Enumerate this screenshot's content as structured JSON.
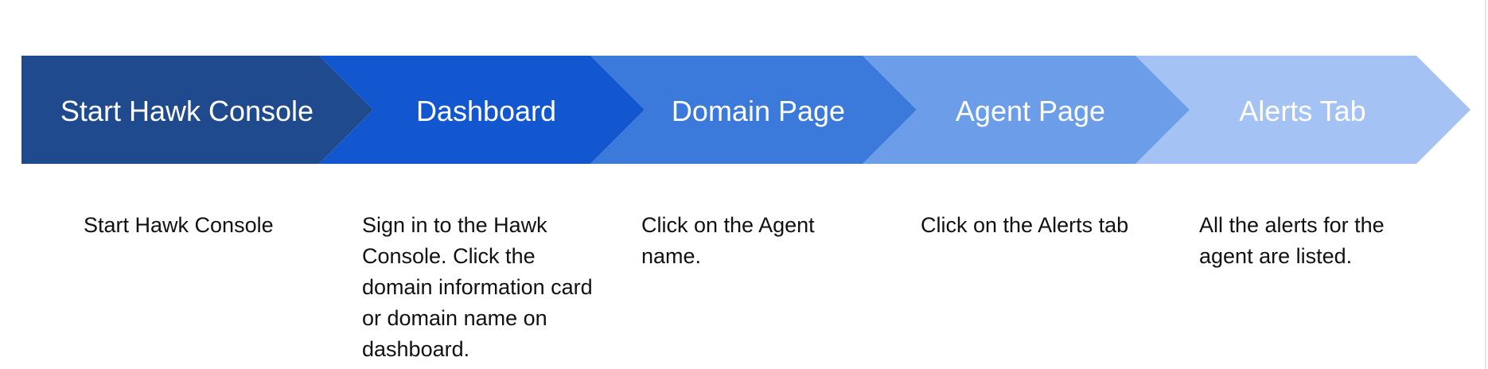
{
  "steps": [
    {
      "title": "Start Hawk Console",
      "description": "Start Hawk Console",
      "color": "#1f4a8e"
    },
    {
      "title": "Dashboard",
      "description": "Sign in to the Hawk Console. Click the domain information card or domain name on dashboard.",
      "color": "#1256d0"
    },
    {
      "title": "Domain Page",
      "description": "Click on the Agent name.",
      "color": "#3b79da"
    },
    {
      "title": "Agent Page",
      "description": "Click on the Alerts tab",
      "color": "#6b9de9"
    },
    {
      "title": "Alerts Tab",
      "description": "All the alerts for the agent are listed.",
      "color": "#a4c2f4"
    }
  ]
}
